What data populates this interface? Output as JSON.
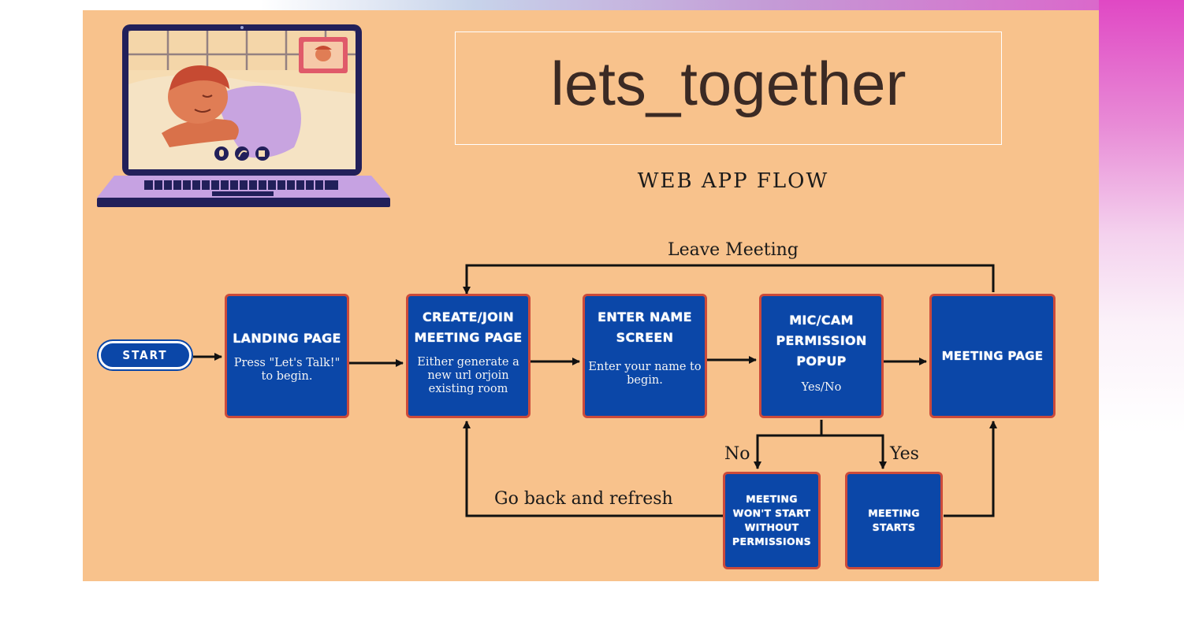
{
  "diagram": {
    "title": "lets_together",
    "subtitle": "WEB APP FLOW",
    "start": {
      "label": "START"
    },
    "nodes": {
      "landing": {
        "title": "LANDING PAGE",
        "desc": "Press \"Let's Talk!\" to begin."
      },
      "create_join": {
        "title": "CREATE/JOIN MEETING PAGE",
        "desc": "Either generate a new url orjoin existing room"
      },
      "enter_name": {
        "title": "ENTER NAME SCREEN",
        "desc": "Enter your name to begin."
      },
      "mic_cam": {
        "title": "MIC/CAM PERMISSION POPUP",
        "desc": "Yes/No"
      },
      "meeting_page": {
        "title": "MEETING PAGE"
      },
      "no_start": {
        "title": "MEETING WON'T START WITHOUT PERMISSIONS"
      },
      "starts": {
        "title": "MEETING STARTS"
      }
    },
    "edges": {
      "leave": "Leave Meeting",
      "back": "Go back and refresh",
      "no": "No",
      "yes": "Yes"
    }
  },
  "colors": {
    "slide_background": "#f8c28c",
    "node_fill": "#0b47a8",
    "node_border": "#cc4a3a",
    "title_text": "#3b2a24"
  },
  "illustration": {
    "name": "laptop-video-call-illustration"
  }
}
